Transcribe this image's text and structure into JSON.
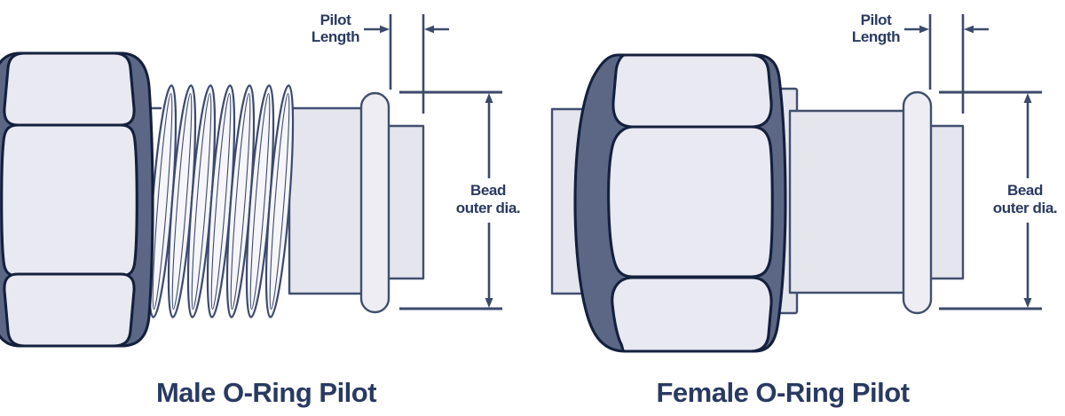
{
  "colors": {
    "background": "#ffffff",
    "outline_dark": "#13203d",
    "shade_slate": "#5c6785",
    "metal_face": "#e9e9f1",
    "metal_body": "#e5e5ee",
    "bead_fill": "#ededf3",
    "thread_fill": "#f6f6fa",
    "dimension_line": "#3b4a6b",
    "label_text": "#293a61"
  },
  "diagrams": [
    {
      "id": "male-o-ring-pilot",
      "caption": "Male O-Ring Pilot",
      "labels": {
        "pilot_length": {
          "line1": "Pilot",
          "line2": "Length"
        },
        "bead_outer_dia": {
          "line1": "Bead",
          "line2": "outer dia."
        }
      }
    },
    {
      "id": "female-o-ring-pilot",
      "caption": "Female O-Ring Pilot",
      "labels": {
        "pilot_length": {
          "line1": "Pilot",
          "line2": "Length"
        },
        "bead_outer_dia": {
          "line1": "Bead",
          "line2": "outer dia."
        }
      }
    }
  ]
}
